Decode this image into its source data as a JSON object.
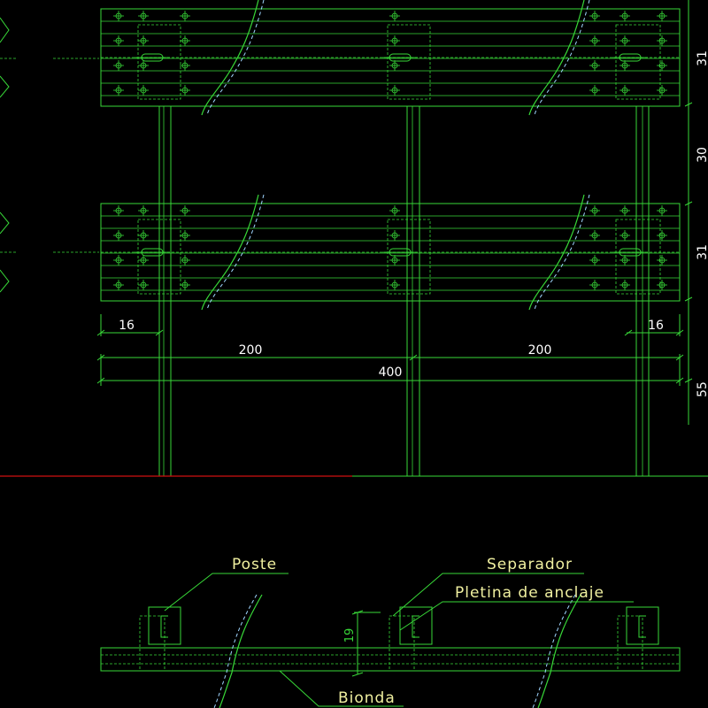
{
  "drawing": {
    "dimensions": {
      "left_offset": "16",
      "right_offset": "16",
      "span_left": "200",
      "span_right": "200",
      "total": "400",
      "height_top": "31",
      "height_gap": "30",
      "height_bottom": "31",
      "height_base": "55",
      "plan_height": "19"
    },
    "labels": {
      "post": "Poste",
      "spacer": "Separador",
      "anchor_plate": "Pletina de anclaje",
      "guardrail": "Bionda"
    },
    "colors": {
      "line": "#38d838",
      "break_line": "#9fd6ff",
      "ground_line": "#d01010",
      "dimension_text": "#ffffff",
      "label_text": "#f0f0a0"
    }
  }
}
